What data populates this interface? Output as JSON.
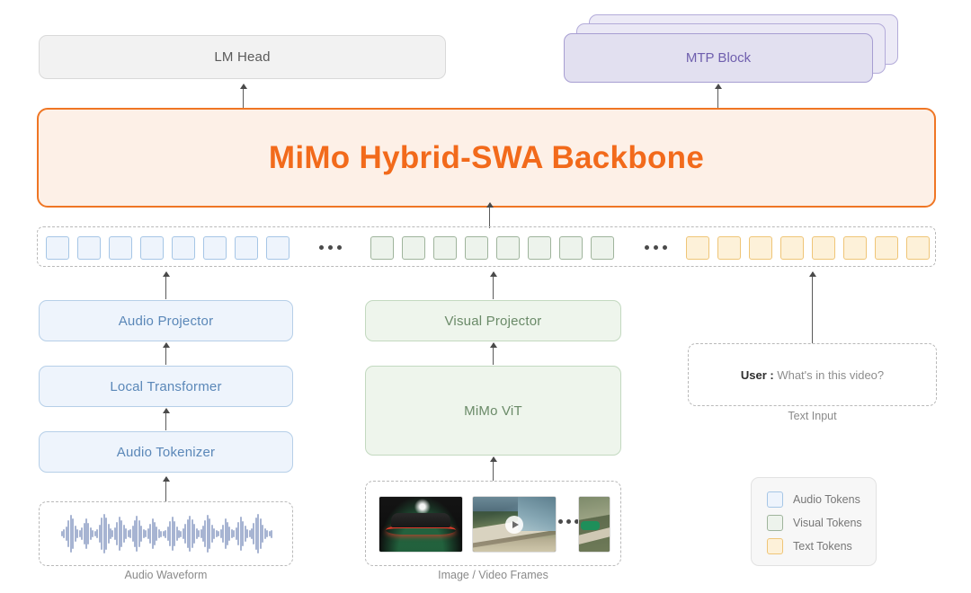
{
  "diagram": {
    "title": "MiMo Hybrid-SWA Backbone",
    "lm_head": "LM Head",
    "mtp_block": "MTP Block",
    "backbone": "MiMo Hybrid-SWA Backbone",
    "audio_branch": {
      "projector": "Audio Projector",
      "local_transformer": "Local Transformer",
      "tokenizer": "Audio Tokenizer",
      "caption": "Audio Waveform"
    },
    "visual_branch": {
      "projector": "Visual Projector",
      "encoder": "MiMo ViT",
      "caption": "Image / Video Frames"
    },
    "text_branch": {
      "role": "User :",
      "prompt": "What's in this video?",
      "caption": "Text Input"
    },
    "token_strip": {
      "audio_count": 8,
      "visual_count": 8,
      "text_count": 8,
      "ellipsis": "•••"
    },
    "legend": {
      "items": [
        {
          "label": "Audio Tokens",
          "color": "#eef4fc",
          "border": "#a6c6e6"
        },
        {
          "label": "Visual Tokens",
          "color": "#edf3ec",
          "border": "#9fb49c"
        },
        {
          "label": "Text Tokens",
          "color": "#fdf1d9",
          "border": "#efc577"
        }
      ]
    },
    "colors": {
      "backbone_text": "#f26a1b",
      "backbone_fill": "#fdf0e7",
      "backbone_border": "#ef7624",
      "mtp_fill": "#e2e0f0",
      "mtp_border": "#a79ed2",
      "mtp_text": "#6f5fae",
      "audio_fill": "#eef4fc",
      "audio_border": "#b6cfe8",
      "audio_text": "#5a87b8",
      "visual_fill": "#eef5ec",
      "visual_border": "#c3d9c0",
      "visual_text": "#6a8a68",
      "lm_head_fill": "#f2f2f2"
    }
  }
}
